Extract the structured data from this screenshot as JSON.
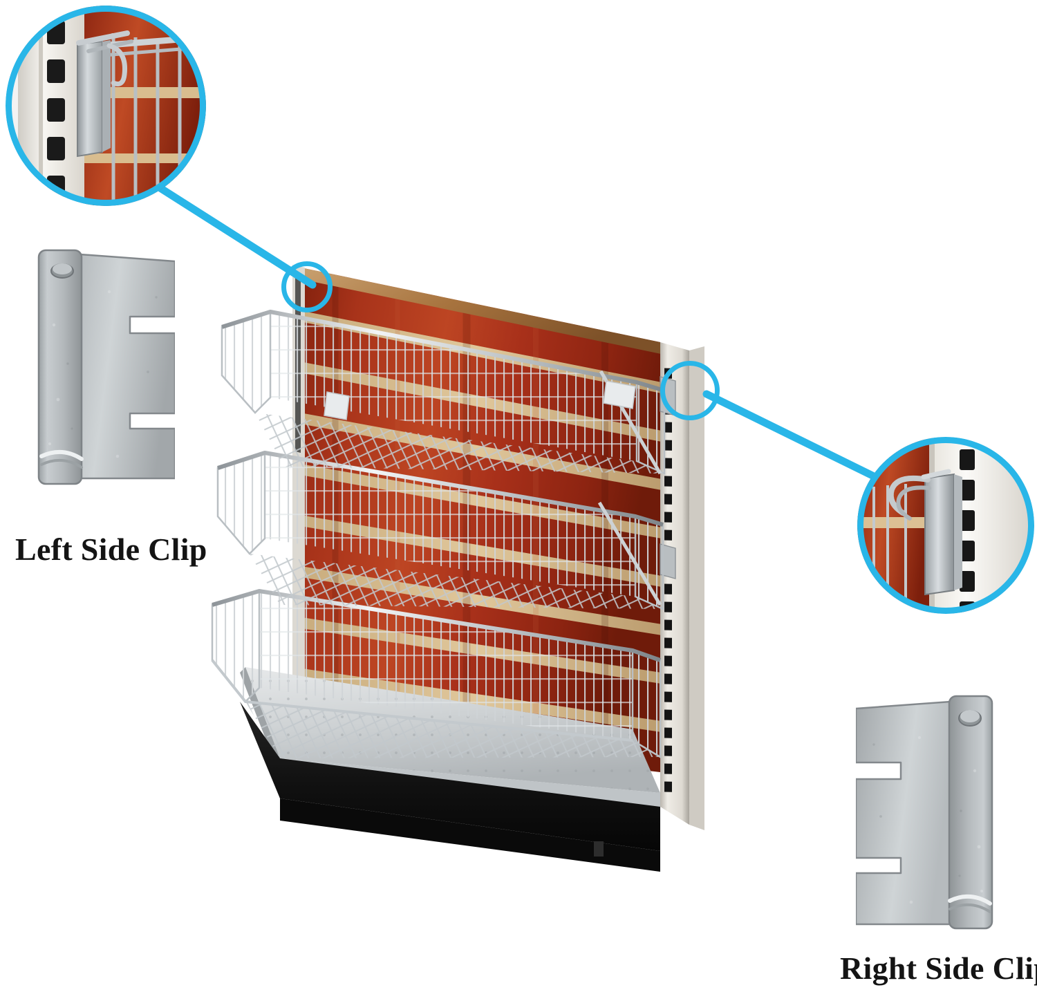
{
  "image": {
    "kind": "product-infographic",
    "subject": "Gondola shelving wire basket mounting clips",
    "background_color": "#ffffff"
  },
  "accent": {
    "callout_blue": "#29b6e8",
    "label_text_color": "#141414"
  },
  "labels": {
    "left_clip": "Left Side Clip",
    "right_clip": "Right Side Clip"
  },
  "parts": [
    {
      "id": "left-side-clip",
      "name": "Left Side Clip",
      "material_color": "#aeb4b6",
      "finish": "galvanized steel",
      "orientation": "tabs point right"
    },
    {
      "id": "right-side-clip",
      "name": "Right Side Clip",
      "material_color": "#aeb4b6",
      "finish": "galvanized steel",
      "orientation": "tabs point left"
    }
  ],
  "callouts": [
    {
      "id": "callout-top-left",
      "label": "Left clip hooked into slotted upright",
      "source": "left upright of shelving unit",
      "ring_color": "#29b6e8"
    },
    {
      "id": "callout-bottom-right",
      "label": "Right clip hooked into slotted upright",
      "source": "right upright of shelving unit",
      "ring_color": "#29b6e8"
    }
  ],
  "product": {
    "name": "Gondola shelving display unit",
    "back_panel": {
      "type": "slatwall",
      "wood_color": "#a32c15",
      "groove_color": "#d8bc8e",
      "slat_count": 9
    },
    "uprights": {
      "color": "#e9e6e0",
      "slot_color": "#1c1c1c",
      "slot_count": 26
    },
    "baskets": [
      {
        "position": "top",
        "wire_color": "#c9cdd1"
      },
      {
        "position": "middle",
        "wire_color": "#c9cdd1"
      },
      {
        "position": "bottom",
        "wire_color": "#c9cdd1"
      }
    ],
    "base_deck": {
      "type": "perforated metal shelf",
      "color": "#d4d6d7"
    },
    "kick_plate": {
      "color": "#151515"
    },
    "price_tag_holder": {
      "color": "#e3e6e8",
      "count": 2
    }
  }
}
